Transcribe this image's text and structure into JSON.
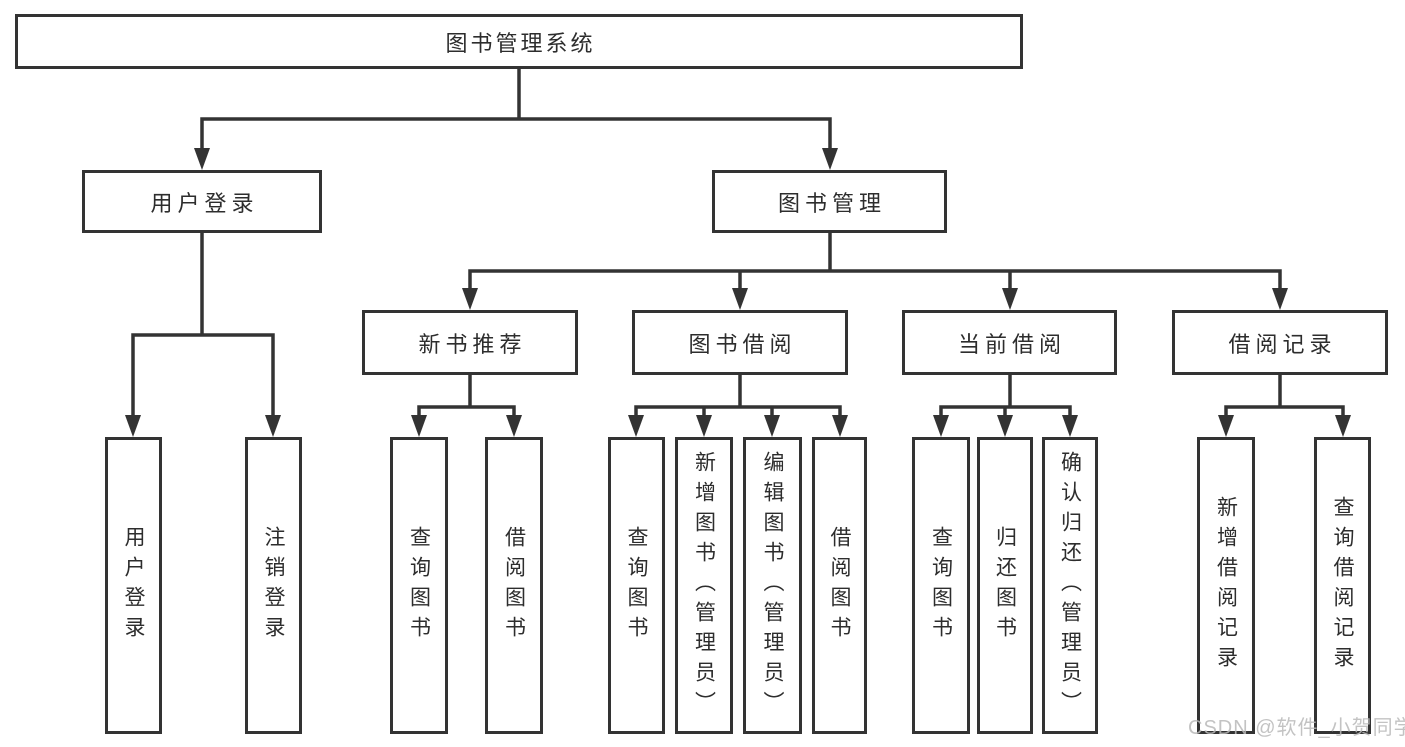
{
  "diagram": {
    "type": "hierarchy",
    "tree": {
      "label": "图书管理系统",
      "children": [
        {
          "label": "用户登录",
          "children": [
            {
              "label": "用户登录"
            },
            {
              "label": "注销登录"
            }
          ]
        },
        {
          "label": "图书管理",
          "children": [
            {
              "label": "新书推荐",
              "children": [
                {
                  "label": "查询图书"
                },
                {
                  "label": "借阅图书"
                }
              ]
            },
            {
              "label": "图书借阅",
              "children": [
                {
                  "label": "查询图书"
                },
                {
                  "label": "新增图书（管理员）"
                },
                {
                  "label": "编辑图书（管理员）"
                },
                {
                  "label": "借阅图书"
                }
              ]
            },
            {
              "label": "当前借阅",
              "children": [
                {
                  "label": "查询图书"
                },
                {
                  "label": "归还图书"
                },
                {
                  "label": "确认归还（管理员）"
                }
              ]
            },
            {
              "label": "借阅记录",
              "children": [
                {
                  "label": "新增借阅记录"
                },
                {
                  "label": "查询借阅记录"
                }
              ]
            }
          ]
        }
      ]
    },
    "colors": {
      "line": "#333333",
      "box_border": "#333333",
      "text": "#2d2d2d",
      "background": "#ffffff",
      "watermark_text_color": "#b9b9b9"
    }
  },
  "watermark": "CSDN @软件_小贺同学"
}
